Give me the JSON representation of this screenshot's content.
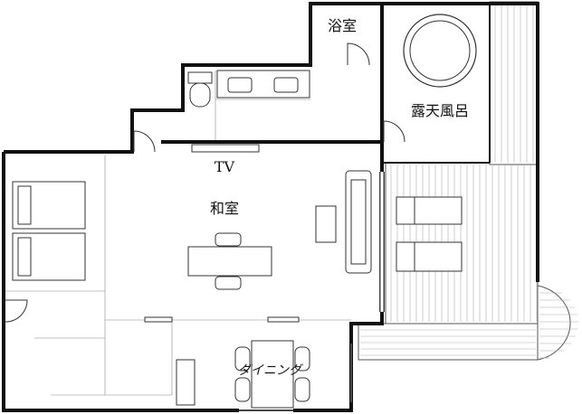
{
  "plan": {
    "rooms": {
      "bath": "浴室",
      "open_air_bath": "露天風呂",
      "tv": "TV",
      "japanese_room": "和室",
      "dining": "ダイニング"
    }
  }
}
